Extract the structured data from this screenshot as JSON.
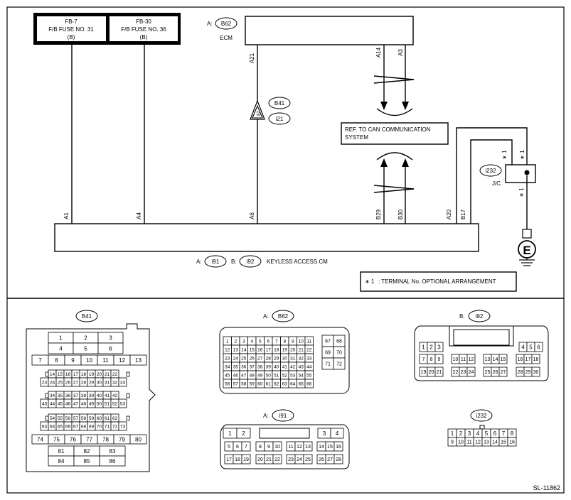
{
  "fuses": [
    {
      "code": "FB-7",
      "name": "F/B FUSE NO. 31",
      "sub": "(B)"
    },
    {
      "code": "FB-30",
      "name": "F/B FUSE NO. 36",
      "sub": "(B)"
    }
  ],
  "ecm": {
    "prefix": "A:",
    "connector": "B62",
    "label": "ECM"
  },
  "ecm_pins": [
    "A21",
    "A14",
    "A3"
  ],
  "joint": {
    "pin": "37",
    "upper": "B41",
    "lower": "i21"
  },
  "can_ref": [
    "REF. TO CAN COMMUNICATION",
    "SYSTEM"
  ],
  "jc": {
    "connector": "i232",
    "label": "J/C",
    "mark": "∗ 1"
  },
  "keyless": {
    "pins": [
      "A1",
      "A4",
      "A6",
      "B29",
      "B30",
      "A20",
      "B17"
    ],
    "prefix_a": "A:",
    "conn_a": "i91",
    "prefix_b": "B:",
    "conn_b": "i92",
    "label": "KEYLESS ACCESS CM"
  },
  "ground": "E",
  "note": {
    "mark": "∗ 1",
    "text": ": TERMINAL No. OPTIONAL ARRANGEMENT"
  },
  "connectors": {
    "b41": {
      "name": "B41",
      "rows": [
        [
          "1",
          "2",
          "3"
        ],
        [
          "4",
          "5",
          "6"
        ],
        [
          "7",
          "8",
          "9",
          "10",
          "11",
          "12",
          "13"
        ],
        [
          "14",
          "15",
          "16",
          "17",
          "18",
          "19",
          "20",
          "21",
          "22"
        ],
        [
          "23",
          "24",
          "25",
          "26",
          "27",
          "28",
          "29",
          "30",
          "31",
          "32",
          "33"
        ],
        [
          "34",
          "35",
          "36",
          "37",
          "38",
          "39",
          "40",
          "41",
          "42"
        ],
        [
          "43",
          "44",
          "45",
          "46",
          "47",
          "48",
          "49",
          "50",
          "51",
          "52",
          "53"
        ],
        [
          "54",
          "55",
          "56",
          "57",
          "58",
          "59",
          "60",
          "61",
          "62"
        ],
        [
          "63",
          "64",
          "65",
          "66",
          "67",
          "68",
          "69",
          "70",
          "71",
          "72",
          "73"
        ],
        [
          "74",
          "75",
          "76",
          "77",
          "78",
          "79",
          "80"
        ],
        [
          "81",
          "82",
          "83"
        ],
        [
          "84",
          "85",
          "86"
        ]
      ]
    },
    "b62": {
      "prefix": "A:",
      "name": "B62",
      "rows": [
        [
          "1",
          "2",
          "3",
          "4",
          "5",
          "6",
          "7",
          "8",
          "9",
          "10",
          "11"
        ],
        [
          "12",
          "13",
          "14",
          "15",
          "16",
          "17",
          "18",
          "19",
          "20",
          "21",
          "22"
        ],
        [
          "23",
          "24",
          "25",
          "26",
          "27",
          "28",
          "29",
          "30",
          "31",
          "32",
          "33"
        ],
        [
          "34",
          "35",
          "36",
          "37",
          "38",
          "39",
          "40",
          "41",
          "42",
          "43",
          "44"
        ],
        [
          "45",
          "46",
          "47",
          "48",
          "49",
          "50",
          "51",
          "52",
          "53",
          "54",
          "55"
        ],
        [
          "56",
          "57",
          "58",
          "59",
          "60",
          "61",
          "62",
          "63",
          "64",
          "65",
          "66"
        ]
      ],
      "side": [
        [
          "67",
          "68"
        ],
        [
          "69",
          "70"
        ],
        [
          "71",
          "72"
        ]
      ]
    },
    "i92": {
      "prefix": "B:",
      "name": "i92",
      "rows": [
        [
          [
            "1",
            "2",
            "3"
          ],
          [
            "4",
            "5",
            "6"
          ]
        ],
        [
          [
            "7",
            "8",
            "9"
          ],
          [
            "10",
            "11",
            "12"
          ],
          [
            "13",
            "14",
            "15"
          ],
          [
            "16",
            "17",
            "18"
          ]
        ],
        [
          [
            "19",
            "20",
            "21"
          ],
          [
            "22",
            "23",
            "24"
          ],
          [
            "25",
            "26",
            "27"
          ],
          [
            "28",
            "29",
            "30"
          ]
        ]
      ]
    },
    "i91": {
      "prefix": "A:",
      "name": "i91",
      "rows": [
        [
          [
            "1",
            "2"
          ],
          [
            "3",
            "4"
          ]
        ],
        [
          [
            "5",
            "6",
            "7"
          ],
          [
            "8",
            "9",
            "10"
          ],
          [
            "11",
            "12",
            "13"
          ],
          [
            "14",
            "15",
            "16"
          ]
        ],
        [
          [
            "17",
            "18",
            "19"
          ],
          [
            "20",
            "21",
            "22"
          ],
          [
            "23",
            "24",
            "25"
          ],
          [
            "26",
            "27",
            "28"
          ]
        ]
      ]
    },
    "i232": {
      "name": "i232",
      "rows": [
        [
          "1",
          "2",
          "3",
          "4",
          "5",
          "6",
          "7",
          "8"
        ],
        [
          "9",
          "10",
          "11",
          "12",
          "13",
          "14",
          "15",
          "16"
        ]
      ]
    }
  },
  "figure_id": "SL-11862"
}
